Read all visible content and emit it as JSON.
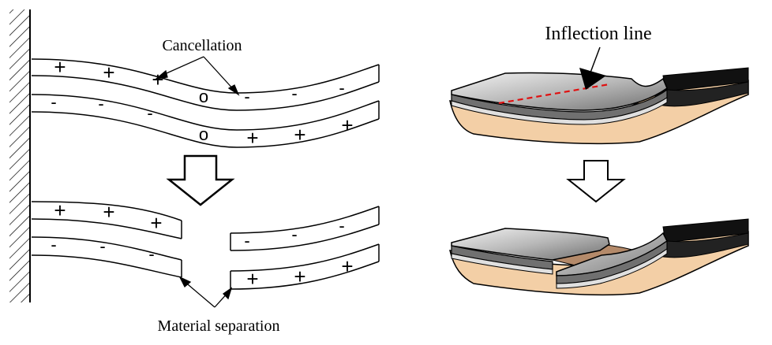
{
  "labels": {
    "cancellation": "Cancellation",
    "material_separation": "Material separation",
    "inflection_line": "Inflection line"
  },
  "signs": {
    "plus": "+",
    "minus": "-",
    "zero": "o"
  },
  "colors": {
    "line": "#000000",
    "inflection_dash": "#e01010",
    "skin": "#f3cfa6",
    "skin_dark": "#b48a6a",
    "film_light": "#e8e8e8",
    "film_mid": "#9a9a9a",
    "film_dark": "#4a4a4a",
    "electrode": "#111111"
  }
}
